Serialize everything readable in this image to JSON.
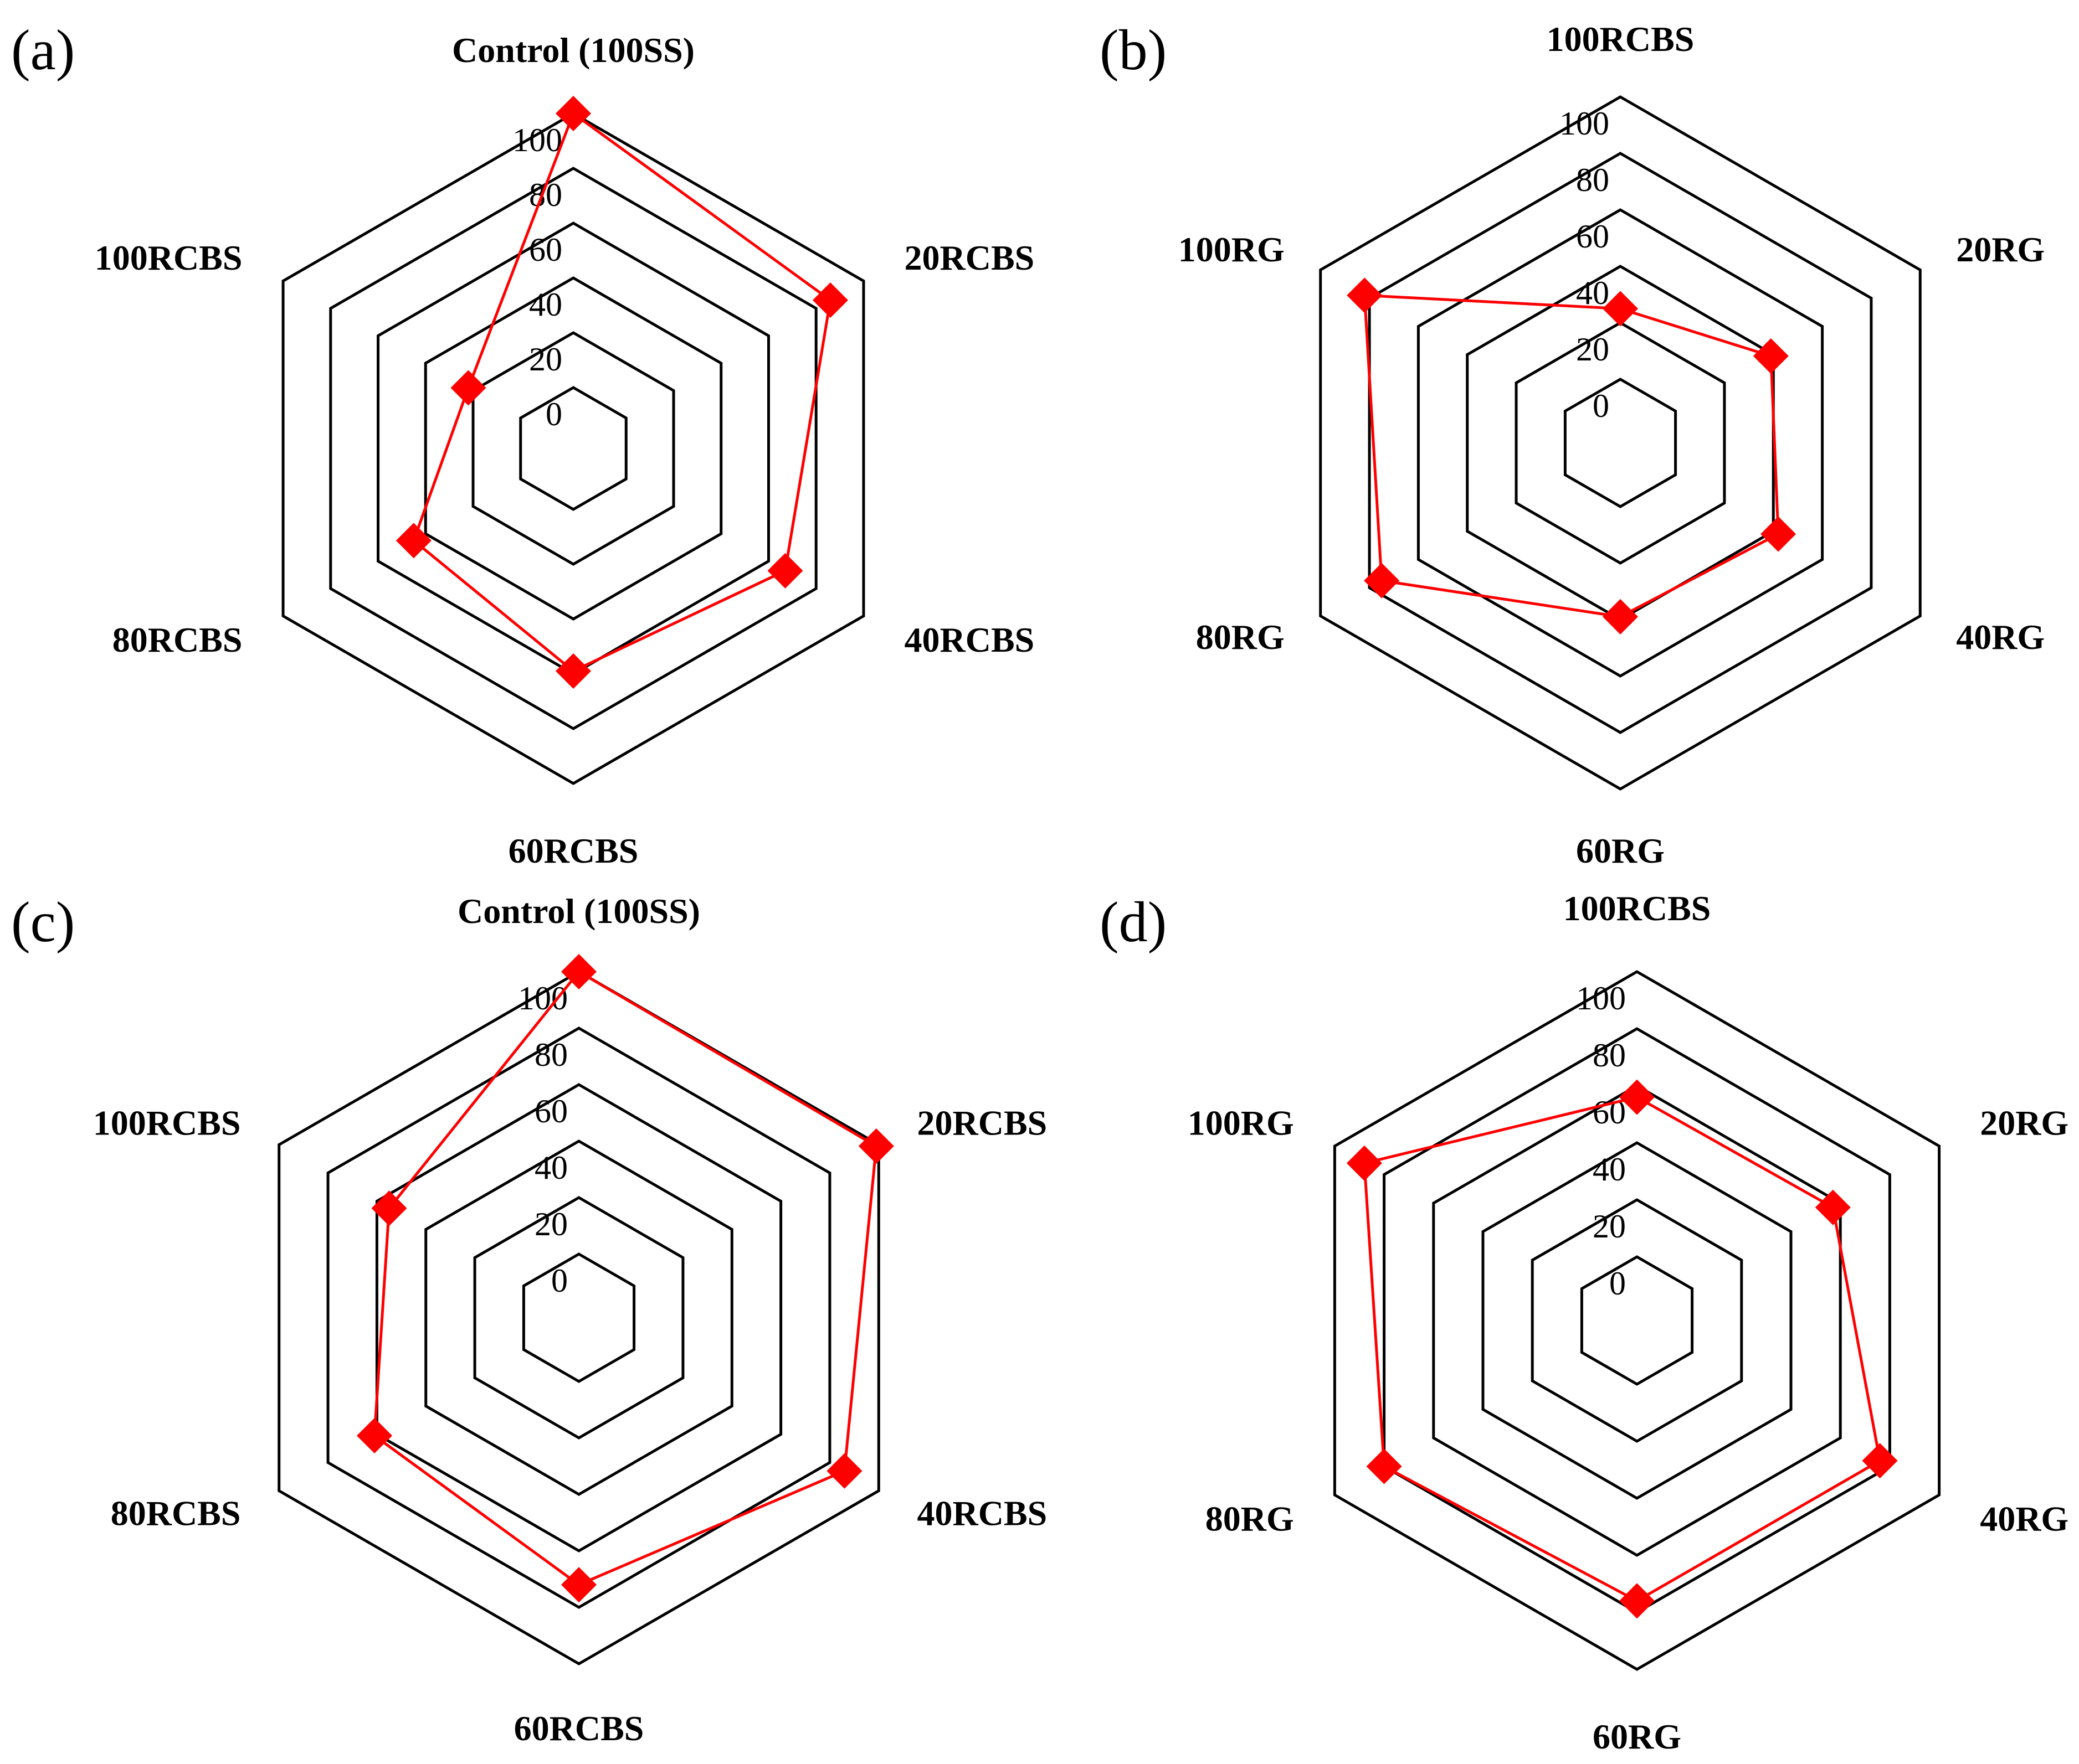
{
  "colors": {
    "series": "#ff0000",
    "grid": "#000000",
    "background": "#ffffff"
  },
  "chart_data": [
    {
      "type": "radar",
      "panel_label": "(a)",
      "categories": [
        "Control (100SS)",
        "20RCBS",
        "40RCBS",
        "60RCBS",
        "80RCBS",
        "100RCBS"
      ],
      "series": [
        {
          "values": [
            100,
            86,
            67,
            59,
            45,
            22
          ],
          "marker": "diamond"
        }
      ],
      "rlim": [
        0,
        100
      ],
      "ticks": [
        "0",
        "20",
        "40",
        "60",
        "80",
        "100"
      ],
      "grid": true
    },
    {
      "type": "radar",
      "panel_label": "(b)",
      "categories": [
        "100RCBS",
        "20RG",
        "40RG",
        "60RG",
        "80RG",
        "100RG"
      ],
      "series": [
        {
          "values": [
            25,
            39,
            42,
            39,
            75,
            82
          ],
          "marker": "diamond"
        }
      ],
      "rlim": [
        0,
        100
      ],
      "ticks": [
        "0",
        "20",
        "40",
        "60",
        "80",
        "100"
      ],
      "grid": true
    },
    {
      "type": "radar",
      "panel_label": "(c)",
      "categories": [
        "Control (100SS)",
        "20RCBS",
        "40RCBS",
        "60RCBS",
        "80RCBS",
        "100RCBS"
      ],
      "series": [
        {
          "values": [
            100,
            99,
            86,
            72,
            61,
            55
          ],
          "marker": "diamond"
        }
      ],
      "rlim": [
        0,
        100
      ],
      "ticks": [
        "0",
        "20",
        "40",
        "60",
        "80",
        "100"
      ],
      "grid": true
    },
    {
      "type": "radar",
      "panel_label": "(d)",
      "categories": [
        "100RCBS",
        "20RG",
        "40RG",
        "60RG",
        "80RG",
        "100RG"
      ],
      "series": [
        {
          "values": [
            56,
            57,
            76,
            76,
            80,
            88
          ],
          "marker": "diamond"
        }
      ],
      "rlim": [
        0,
        100
      ],
      "ticks": [
        "0",
        "20",
        "40",
        "60",
        "80",
        "100"
      ],
      "grid": true
    }
  ]
}
